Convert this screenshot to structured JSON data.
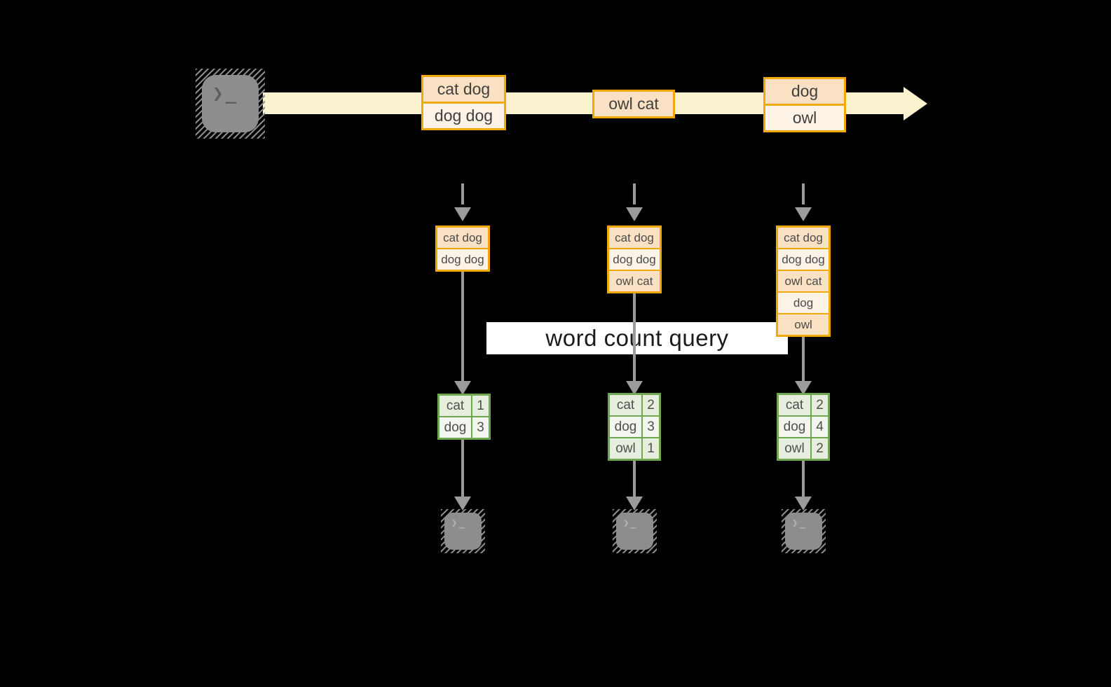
{
  "colors": {
    "background": "#000000",
    "orange_border": "#f1a80b",
    "peach_dark": "#fae1c3",
    "peach_light": "#fdf3e6",
    "stream_band": "#fbf2cf",
    "green_border": "#6fa750",
    "green_cell_dark": "#e6eedd",
    "green_cell_light": "#f2f6ee",
    "arrow_gray": "#9b9b9b",
    "terminal_gray": "#8d8d8d",
    "query_band_bg": "#ffffff"
  },
  "source_terminal": {
    "glyph": "❯_"
  },
  "stream": {
    "batches": [
      {
        "rows": [
          "cat dog",
          "dog dog"
        ]
      },
      {
        "rows": [
          "owl cat"
        ]
      },
      {
        "rows": [
          "dog",
          "owl"
        ]
      }
    ]
  },
  "query": {
    "label": "word count query"
  },
  "columns": [
    {
      "state": [
        "cat dog",
        "dog dog"
      ],
      "counts": [
        {
          "word": "cat",
          "value": "1"
        },
        {
          "word": "dog",
          "value": "3"
        }
      ],
      "terminal_glyph": "❯_"
    },
    {
      "state": [
        "cat dog",
        "dog dog",
        "owl cat"
      ],
      "counts": [
        {
          "word": "cat",
          "value": "2"
        },
        {
          "word": "dog",
          "value": "3"
        },
        {
          "word": "owl",
          "value": "1"
        }
      ],
      "terminal_glyph": "❯_"
    },
    {
      "state": [
        "cat dog",
        "dog dog",
        "owl cat",
        "dog",
        "owl"
      ],
      "counts": [
        {
          "word": "cat",
          "value": "2"
        },
        {
          "word": "dog",
          "value": "4"
        },
        {
          "word": "owl",
          "value": "2"
        }
      ],
      "terminal_glyph": "❯_"
    }
  ]
}
